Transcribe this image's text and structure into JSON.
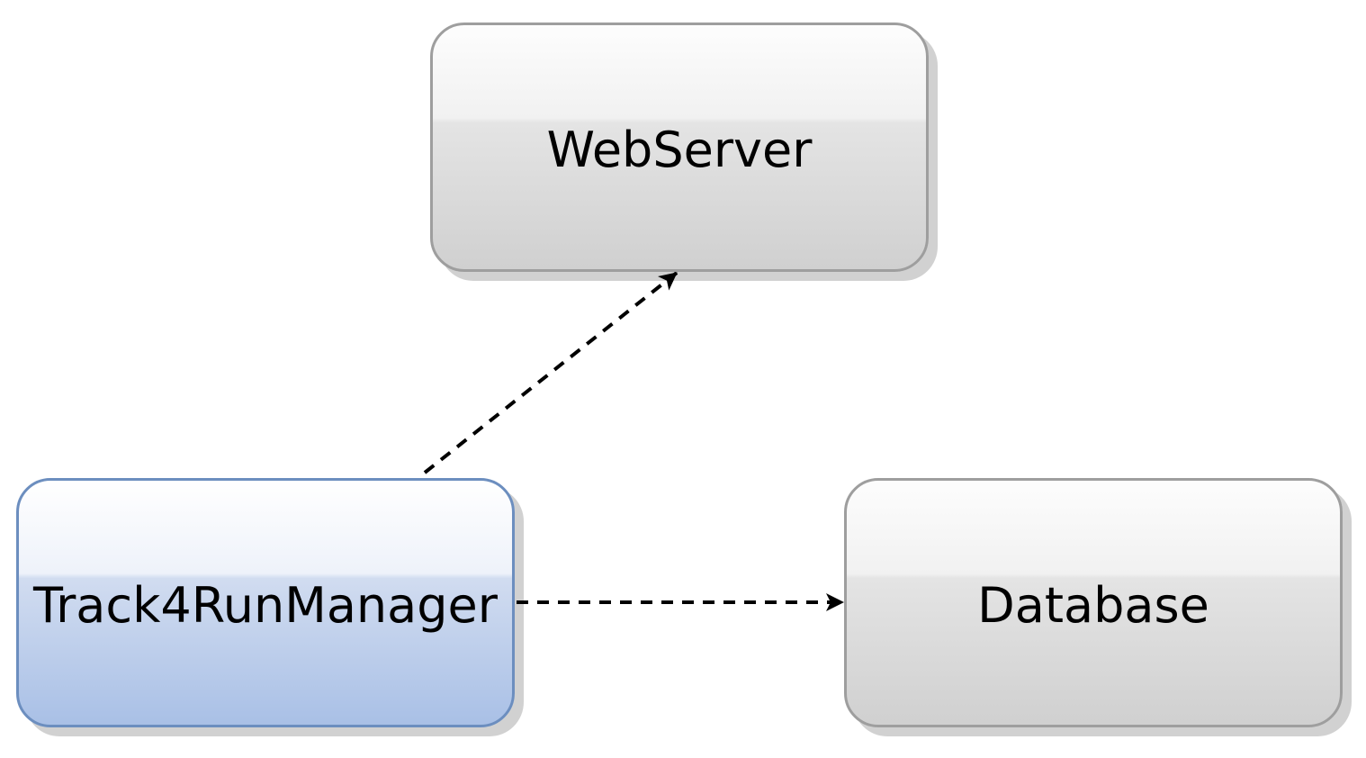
{
  "diagram": {
    "nodes": [
      {
        "id": "webserver",
        "label": "WebServer"
      },
      {
        "id": "track4run",
        "label": "Track4RunManager"
      },
      {
        "id": "database",
        "label": "Database"
      }
    ],
    "edges": [
      {
        "from": "track4run",
        "to": "webserver",
        "style": "dashed"
      },
      {
        "from": "track4run",
        "to": "database",
        "style": "dashed"
      }
    ],
    "colors": {
      "node_gray_border": "#9e9e9e",
      "node_blue_border": "#6c8ebf",
      "node_blue_fill": "#a9c0e6",
      "edge": "#000000"
    }
  }
}
